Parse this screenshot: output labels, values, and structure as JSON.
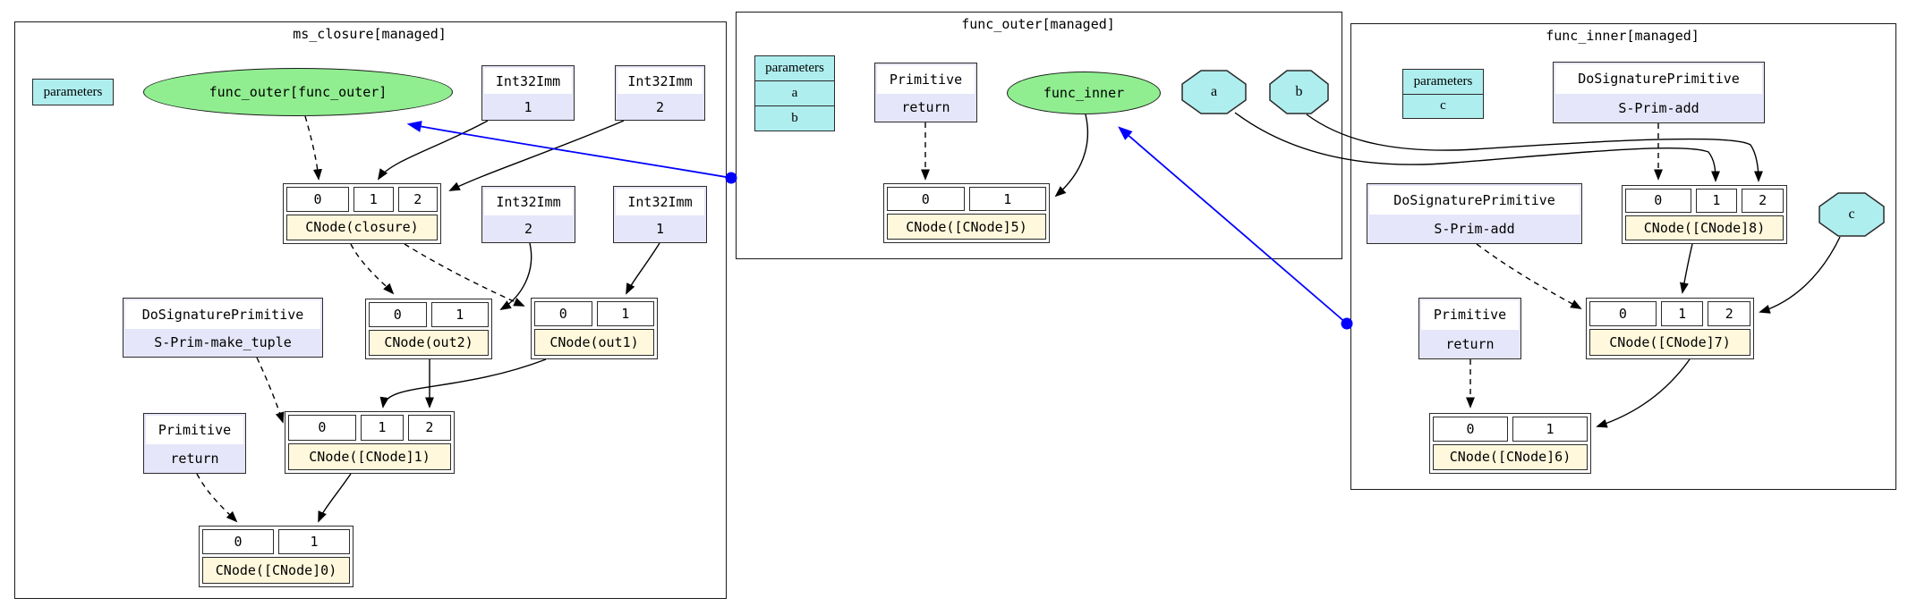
{
  "colors": {
    "function_ellipse_fill": "#90ee90",
    "parameter_fill": "#afeeee",
    "operator_body_fill": "#e6e6fa",
    "operator_header_fill": "#ffffff",
    "cnode_label_fill": "#fff8dc",
    "edge_color": "#000000",
    "free_variable_edge_color": "#0000ff"
  },
  "clusters": {
    "ms_closure": {
      "title": "ms_closure[managed]",
      "parameters": {
        "header": "parameters"
      },
      "func_outer_ellipse": {
        "label": "func_outer[func_outer]"
      },
      "int32imm_1_top": {
        "type": "Int32Imm",
        "value": "1"
      },
      "int32imm_2_top": {
        "type": "Int32Imm",
        "value": "2"
      },
      "int32imm_2_mid": {
        "type": "Int32Imm",
        "value": "2"
      },
      "int32imm_1_mid": {
        "type": "Int32Imm",
        "value": "1"
      },
      "make_tuple": {
        "type": "DoSignaturePrimitive",
        "value": "S-Prim-make_tuple"
      },
      "return_prim": {
        "type": "Primitive",
        "value": "return"
      },
      "cnode_closure": {
        "cells": [
          "0",
          "1",
          "2"
        ],
        "label": "CNode(closure)"
      },
      "cnode_out2": {
        "cells": [
          "0",
          "1"
        ],
        "label": "CNode(out2)"
      },
      "cnode_out1": {
        "cells": [
          "0",
          "1"
        ],
        "label": "CNode(out1)"
      },
      "cnode_1": {
        "cells": [
          "0",
          "1",
          "2"
        ],
        "label": "CNode([CNode]1)"
      },
      "cnode_0": {
        "cells": [
          "0",
          "1"
        ],
        "label": "CNode([CNode]0)"
      }
    },
    "func_outer": {
      "title": "func_outer[managed]",
      "parameters": {
        "header": "parameters",
        "rows": [
          "a",
          "b"
        ]
      },
      "return_prim": {
        "type": "Primitive",
        "value": "return"
      },
      "func_inner_ellipse": {
        "label": "func_inner"
      },
      "octagon_a": {
        "label": "a"
      },
      "octagon_b": {
        "label": "b"
      },
      "cnode_5": {
        "cells": [
          "0",
          "1"
        ],
        "label": "CNode([CNode]5)"
      }
    },
    "func_inner": {
      "title": "func_inner[managed]",
      "parameters": {
        "header": "parameters",
        "rows": [
          "c"
        ]
      },
      "add_top": {
        "type": "DoSignaturePrimitive",
        "value": "S-Prim-add"
      },
      "add_left": {
        "type": "DoSignaturePrimitive",
        "value": "S-Prim-add"
      },
      "octagon_c": {
        "label": "c"
      },
      "return_prim": {
        "type": "Primitive",
        "value": "return"
      },
      "cnode_8": {
        "cells": [
          "0",
          "1",
          "2"
        ],
        "label": "CNode([CNode]8)"
      },
      "cnode_7": {
        "cells": [
          "0",
          "1",
          "2"
        ],
        "label": "CNode([CNode]7)"
      },
      "cnode_6": {
        "cells": [
          "0",
          "1"
        ],
        "label": "CNode([CNode]6)"
      }
    }
  }
}
